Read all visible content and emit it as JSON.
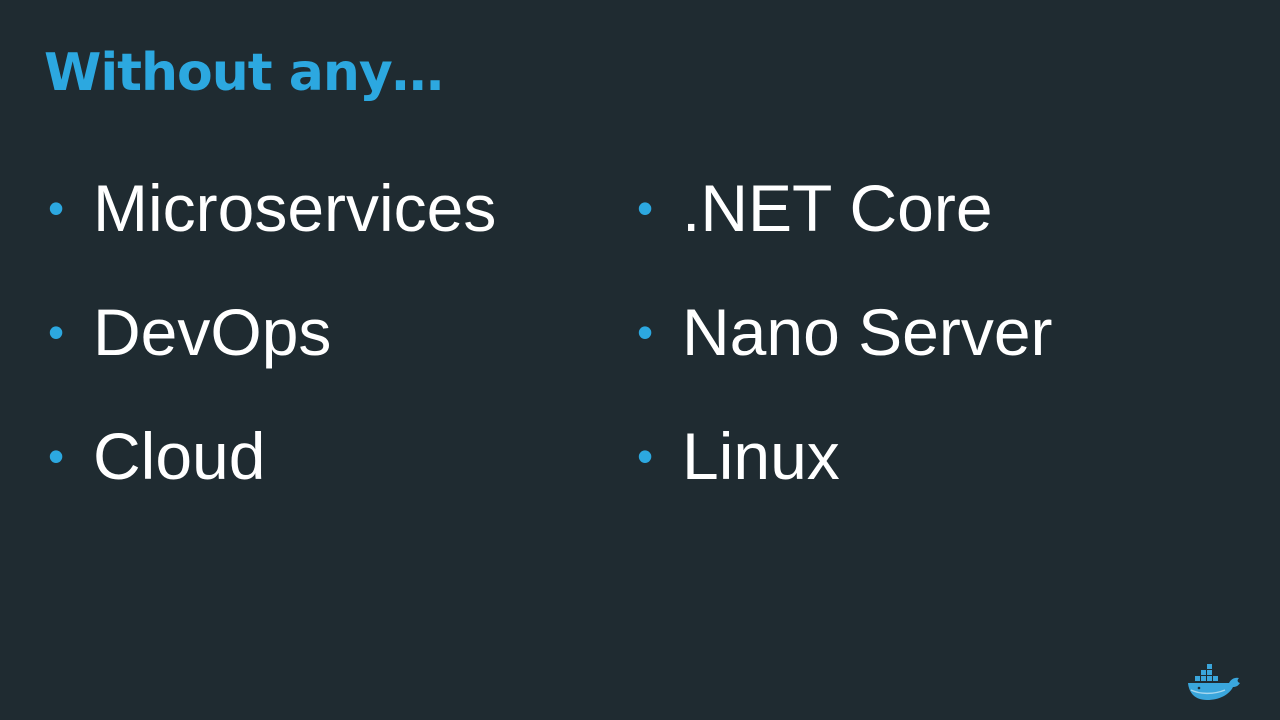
{
  "slide": {
    "title": "Without any…",
    "left_items": [
      "Microservices",
      "DevOps",
      "Cloud"
    ],
    "right_items": [
      ".NET Core",
      "Nano Server",
      "Linux"
    ],
    "bullet": "•"
  },
  "colors": {
    "background": "#1f2b31",
    "accent": "#2ca8e0",
    "text": "#ffffff"
  },
  "icons": {
    "logo": "docker-whale-icon"
  }
}
